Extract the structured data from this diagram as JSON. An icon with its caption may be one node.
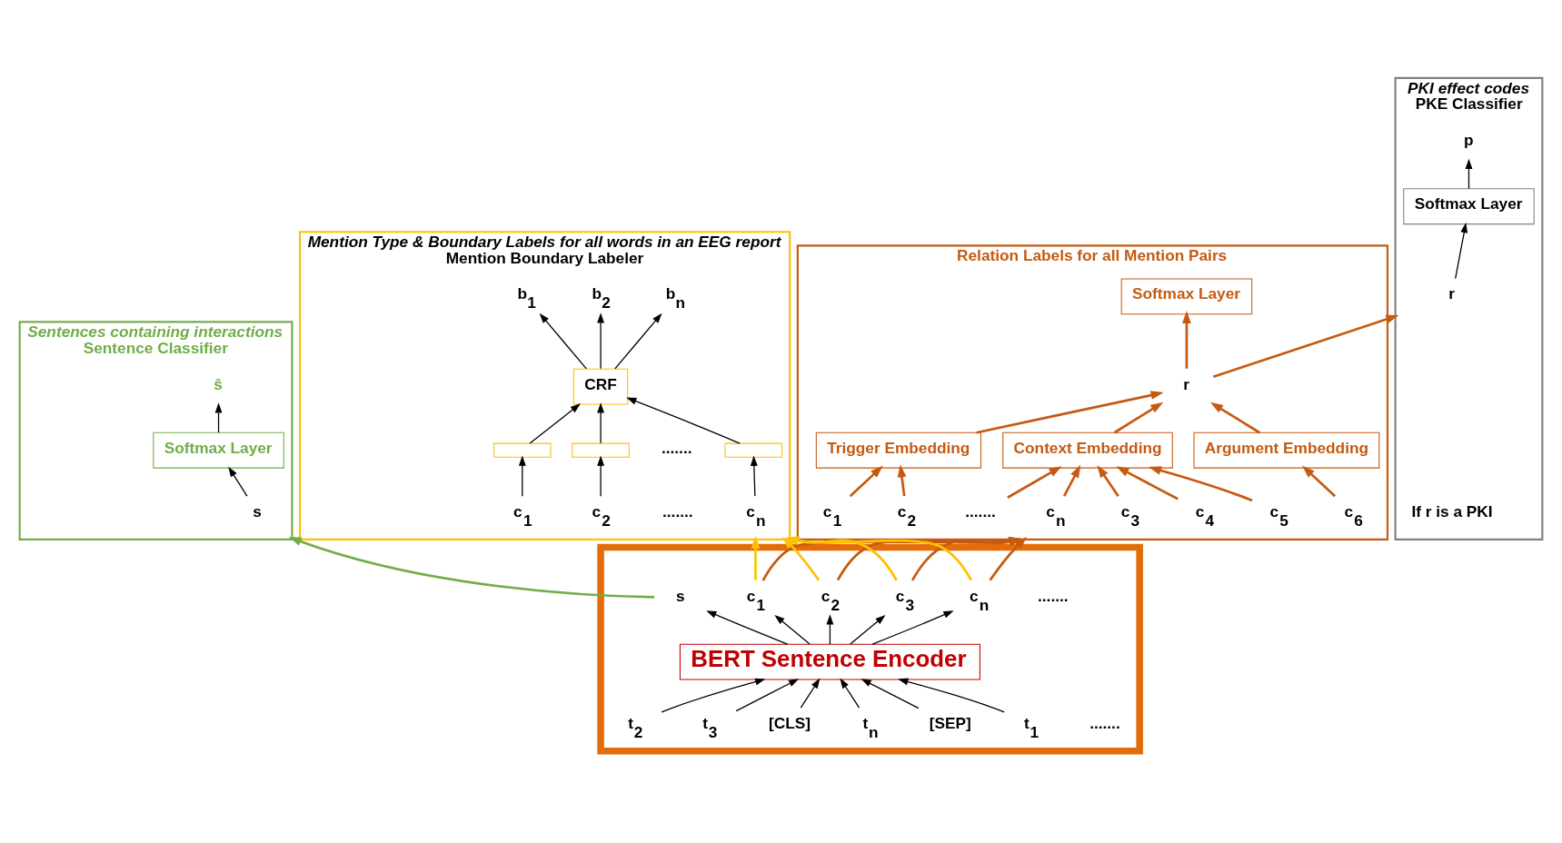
{
  "diagram": {
    "nodes": [
      {
        "text": [
          "Sentence Classifier"
        ],
        "beside": [
          "Sentences containing interactions"
        ]
      },
      {
        "text": [
          "ŝ"
        ],
        "in": 0
      },
      {
        "text": [
          "Softmax Layer"
        ],
        "in": 0
      },
      {
        "text": [
          "s"
        ],
        "in": 0
      },
      {
        "text": [
          "Mention Boundary Labeler"
        ],
        "beside": [
          "Mention Type & Boundary Labels for all words in an EEG report"
        ]
      },
      {
        "text": [
          "b$_{1}$"
        ],
        "in": 4
      },
      {
        "text": [
          "b$_{2}$"
        ],
        "in": 4
      },
      {
        "text": [
          "b$_{n}$"
        ],
        "in": 4
      },
      {
        "text": [
          "CRF"
        ],
        "in": 4
      },
      {
        "text": [],
        "shape": "box",
        "in": 4
      },
      {
        "text": [],
        "shape": "box",
        "in": 4
      },
      {
        "text": [],
        "shape": "box",
        "in": 4
      },
      {
        "text": [
          "c$_{1}$"
        ],
        "in": 4
      },
      {
        "text": [
          "c$_{2}$"
        ],
        "in": 4
      },
      {
        "text": [
          "c$_{n}$"
        ],
        "in": 4
      },
      {
        "text": [
          "Relation Labels for all Mention Pairs"
        ]
      },
      {
        "text": [
          "Softmax Layer"
        ],
        "in": 15
      },
      {
        "text": [
          "r"
        ],
        "in": 15
      },
      {
        "text": [
          "Trigger Embedding"
        ],
        "in": 15
      },
      {
        "text": [
          "Argument Embedding"
        ],
        "in": 15
      },
      {
        "text": [
          "Context Embedding"
        ],
        "in": 15
      },
      {
        "text": [
          "c$_{1}$"
        ],
        "in": 15
      },
      {
        "text": [
          "c$_{2}$"
        ],
        "in": 15
      },
      {
        "text": [
          "c$_{3}$"
        ],
        "in": 15
      },
      {
        "text": [
          "c$_{4}$"
        ],
        "in": 15
      },
      {
        "text": [
          "c$_{5}$"
        ],
        "in": 15
      },
      {
        "text": [
          "c$_{6}$"
        ],
        "in": 15
      },
      {
        "text": [
          "......."
        ],
        "in": 15
      },
      {
        "text": [
          "c$_{n}$"
        ],
        "in": 15
      },
      {
        "text": [
          "PKE Classifier"
        ],
        "beside": [
          "PKI effect codes"
        ]
      },
      {
        "text": [
          "p"
        ],
        "in": 29
      },
      {
        "text": [
          "Softmax Layer"
        ],
        "in": 29
      },
      {
        "text": [
          "r"
        ],
        "in": 29
      },
      {
        "text": [],
        "shape": "box"
      },
      {
        "text": [
          "s"
        ],
        "in": 33
      },
      {
        "text": [
          "c$_{1}$"
        ],
        "in": 33
      },
      {
        "text": [
          "c$_{2}$"
        ],
        "in": 33
      },
      {
        "text": [
          "c$_{3}$"
        ],
        "in": 33
      },
      {
        "text": [
          "c$_{n}$"
        ],
        "in": 33
      },
      {
        "text": [
          "BERT Sentence Encoder"
        ],
        "in": 33
      },
      {
        "text": [
          "[CLS]"
        ],
        "in": 33
      },
      {
        "text": [
          "t$_{1}$"
        ],
        "in": 33
      },
      {
        "text": [
          "t$_{2}$"
        ],
        "in": 33
      },
      {
        "text": [
          "t$_{3}$"
        ],
        "in": 33
      },
      {
        "text": [
          "t$_{n}$"
        ],
        "in": 33
      },
      {
        "text": [
          "[SEP]"
        ],
        "in": 33
      }
    ],
    "edges": [
      {
        "from": 3,
        "to": 2,
        "arrow": "to"
      },
      {
        "from": 2,
        "to": 1,
        "arrow": "to"
      },
      {
        "from": 12,
        "to": 9,
        "arrow": "to"
      },
      {
        "from": 13,
        "to": 10,
        "arrow": "to"
      },
      {
        "from": 14,
        "to": 11,
        "arrow": "to"
      },
      {
        "from": 9,
        "to": 8,
        "arrow": "to"
      },
      {
        "from": 10,
        "to": 8,
        "arrow": "to"
      },
      {
        "from": 11,
        "to": 8,
        "arrow": "to"
      },
      {
        "from": 8,
        "to": 5,
        "arrow": "to"
      },
      {
        "from": 8,
        "to": 6,
        "arrow": "to"
      },
      {
        "from": 8,
        "to": 7,
        "arrow": "to"
      },
      {
        "from": 17,
        "to": 16,
        "arrow": "to",
        "color": "#c55a11"
      },
      {
        "from": 18,
        "to": 17,
        "arrow": "to",
        "color": "#c55a11"
      },
      {
        "from": 19,
        "to": 17,
        "arrow": "to",
        "color": "#c55a11"
      },
      {
        "from": 20,
        "to": 17,
        "arrow": "to",
        "color": "#c55a11"
      },
      {
        "from": 21,
        "to": 18,
        "arrow": "to",
        "color": "#c55a11"
      },
      {
        "from": 22,
        "to": 18,
        "arrow": "to",
        "color": "#c55a11"
      },
      {
        "from": 23,
        "to": 20,
        "arrow": "to",
        "color": "#c55a11"
      },
      {
        "from": 24,
        "to": 20,
        "arrow": "to",
        "color": "#c55a11"
      },
      {
        "from": 25,
        "to": 20,
        "arrow": "to",
        "color": "#c55a11"
      },
      {
        "from": 26,
        "to": 19,
        "arrow": "to",
        "color": "#c55a11"
      },
      {
        "from": 27,
        "to": 20,
        "arrow": "to",
        "color": "#c55a11"
      },
      {
        "from": 28,
        "to": 20,
        "arrow": "to",
        "color": "#c55a11"
      },
      {
        "from": 17,
        "to": 29,
        "arrow": "to",
        "color": "#c55a11"
      },
      {
        "from": 32,
        "to": 31,
        "arrow": "to"
      },
      {
        "from": 31,
        "to": 30,
        "arrow": "to"
      },
      {
        "from": 40,
        "to": 39,
        "arrow": "to"
      },
      {
        "from": 41,
        "to": 39,
        "arrow": "to"
      },
      {
        "from": 42,
        "to": 39,
        "arrow": "to"
      },
      {
        "from": 43,
        "to": 39,
        "arrow": "to"
      },
      {
        "from": 44,
        "to": 39,
        "arrow": "to"
      },
      {
        "from": 45,
        "to": 39,
        "arrow": "to"
      },
      {
        "from": 39,
        "to": 34,
        "arrow": "to"
      },
      {
        "from": 39,
        "to": 35,
        "arrow": "to"
      },
      {
        "from": 39,
        "to": 36,
        "arrow": "to"
      },
      {
        "from": 39,
        "to": 37,
        "arrow": "to"
      },
      {
        "from": 39,
        "to": 38,
        "arrow": "to"
      },
      {
        "from": 34,
        "to": 0,
        "arrow": "to",
        "color": "#70ad47"
      },
      {
        "from": 35,
        "to": 4,
        "arrow": "to",
        "color": "#ffc000"
      },
      {
        "from": 35,
        "to": 15,
        "arrow": "to",
        "color": "#c55a11"
      },
      {
        "from": 36,
        "to": 4,
        "arrow": "to",
        "color": "#ffc000"
      },
      {
        "from": 36,
        "to": 15,
        "arrow": "to",
        "color": "#c55a11"
      },
      {
        "from": 37,
        "to": 4,
        "arrow": "to",
        "color": "#ffc000"
      },
      {
        "from": 37,
        "to": 15,
        "arrow": "to",
        "color": "#c55a11"
      },
      {
        "from": 38,
        "to": 4,
        "arrow": "to",
        "color": "#ffc000"
      },
      {
        "from": 38,
        "to": 15,
        "arrow": "to",
        "color": "#c55a11"
      }
    ],
    "labels": [
      ".......",
      ".......",
      "If r is a PKI",
      ".......",
      "......."
    ]
  }
}
